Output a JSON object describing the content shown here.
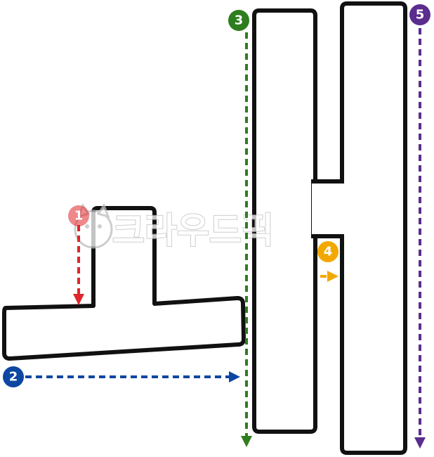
{
  "glyph": {
    "character": "내",
    "parts": [
      "ㄴ",
      "ㅐ"
    ]
  },
  "strokes": [
    {
      "order": "1",
      "color": "#e0262b",
      "direction": "down"
    },
    {
      "order": "2",
      "color": "#0d47a1",
      "direction": "right"
    },
    {
      "order": "3",
      "color": "#2e7d1e",
      "direction": "down"
    },
    {
      "order": "4",
      "color": "#f2a800",
      "direction": "right"
    },
    {
      "order": "5",
      "color": "#5b2d8e",
      "direction": "down"
    }
  ],
  "watermark": {
    "text": "크라우드픽",
    "logo": "cat-face-icon"
  },
  "colors": {
    "outline": "#111111",
    "fill": "#ffffff"
  }
}
